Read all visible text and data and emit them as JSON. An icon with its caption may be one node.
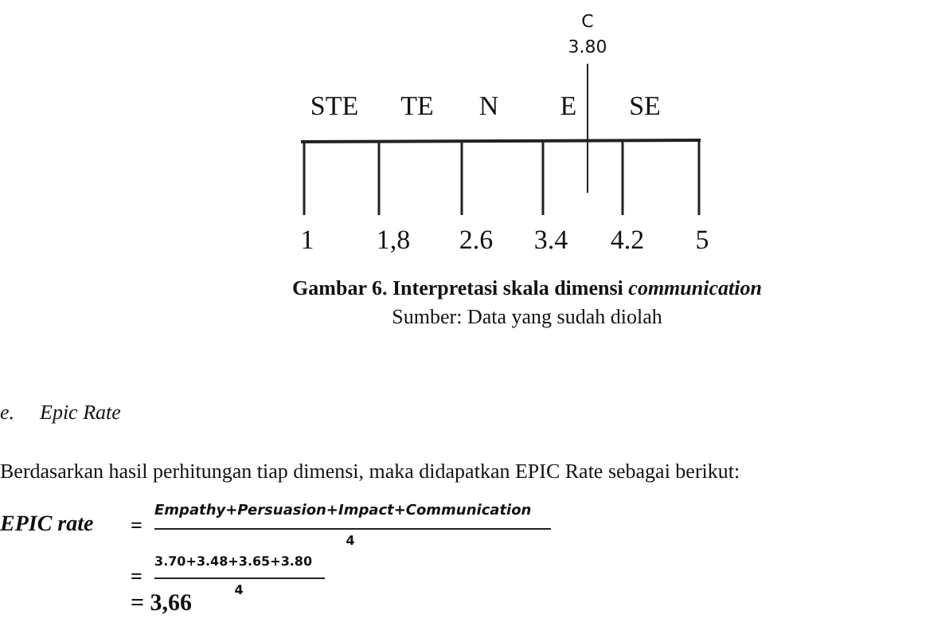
{
  "diagram": {
    "caption": "Gambar 6. Interpretasi skala dimensi *communication*",
    "labels": [
      "C",
      "3.80",
      "STE",
      "TE",
      "N",
      "E",
      "SE",
      "1",
      "1,8",
      "2.6",
      "3.4",
      "4.2",
      "5",
      "Sumber: Data yang sudah diolah",
      "e.",
      "Epic Rate",
      "Berdasarkan hasil perhitungan tiap dimensi, maka didapatkan EPIC Rate sebagai berikut:",
      "EPIC rate",
      "=",
      "Empathy+Persuasion+Impact+Communication",
      "4",
      "=",
      "3.70+3.48+3.65+3.80",
      "4",
      "= 3,66"
    ]
  }
}
